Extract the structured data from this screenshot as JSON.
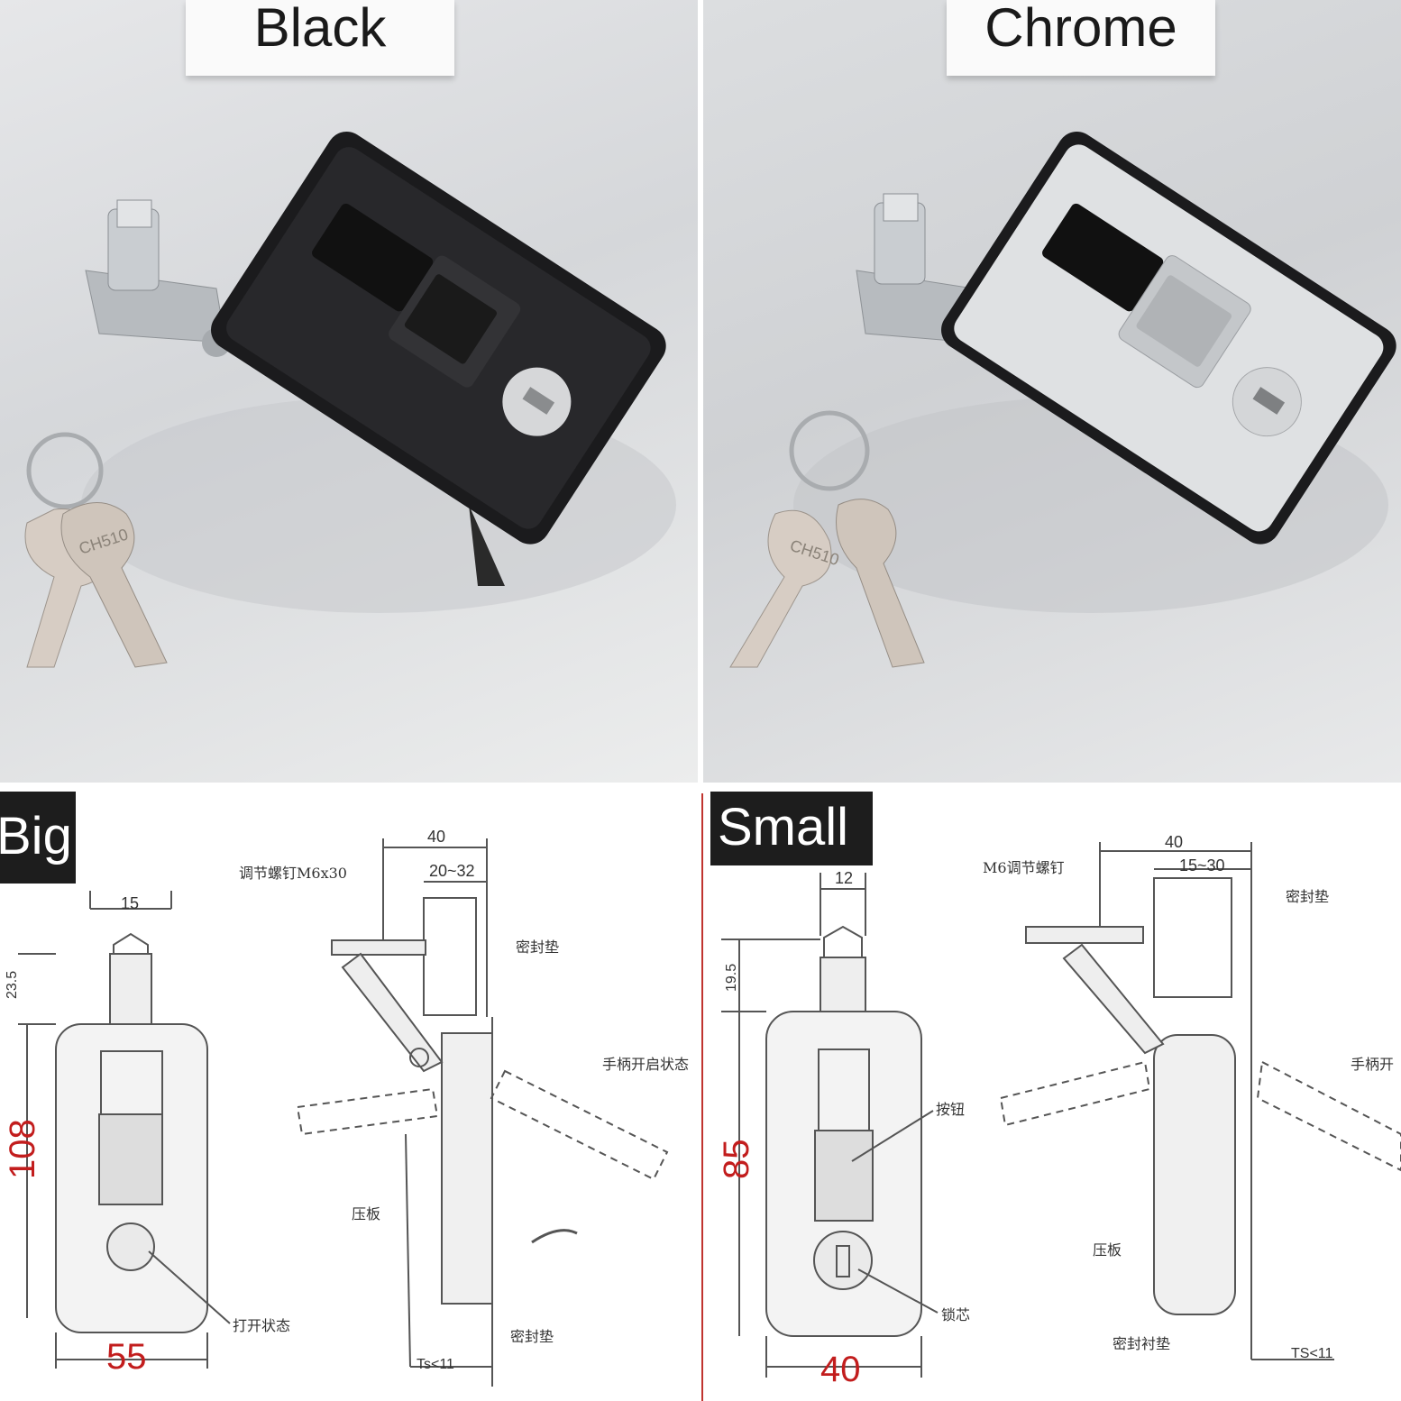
{
  "photos": {
    "left_label": "Black",
    "right_label": "Chrome",
    "key_stamp_left": "CH510",
    "key_stamp_right": "CH510"
  },
  "drawings": {
    "big": {
      "tag": "Big",
      "dim_top": "15",
      "dim_23": "23.5",
      "dim_108": "108",
      "dim_55": "55",
      "dim_40": "40",
      "dim_20_32": "20~32",
      "screw_label": "调节螺钉M6x30",
      "seal_top": "密封垫",
      "handle_open": "手柄开启状态",
      "plate": "压板",
      "open_state": "打开状态",
      "seal_bottom": "密封垫",
      "ts": "Ts<11"
    },
    "small": {
      "tag": "Small",
      "dim_12": "12",
      "dim_19": "19.5",
      "dim_85": "85",
      "dim_40_bottom": "40",
      "dim_40_top": "40",
      "dim_15_30": "15~30",
      "screw_label": "M6调节螺钉",
      "seal_top": "密封垫",
      "handle_open": "手柄开",
      "button": "按钮",
      "plate": "压板",
      "core": "锁芯",
      "seal_liner": "密封衬垫",
      "ts": "TS<11"
    }
  },
  "colors": {
    "dimension_red": "#c21d1d",
    "divider_red": "#c0342f",
    "tag_bg": "#1d1d1d"
  }
}
